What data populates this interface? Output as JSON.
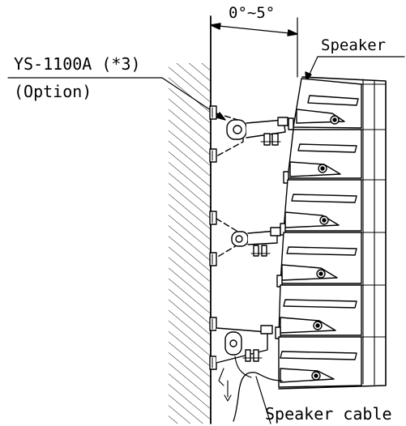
{
  "labels": {
    "angle": "0°~5°",
    "speaker": "Speaker",
    "bracket_model": "YS-1100A (*3)",
    "bracket_option": "(Option)",
    "speaker_cable": "Speaker cable"
  },
  "speaker_modules": 6,
  "wall_brackets": 3
}
